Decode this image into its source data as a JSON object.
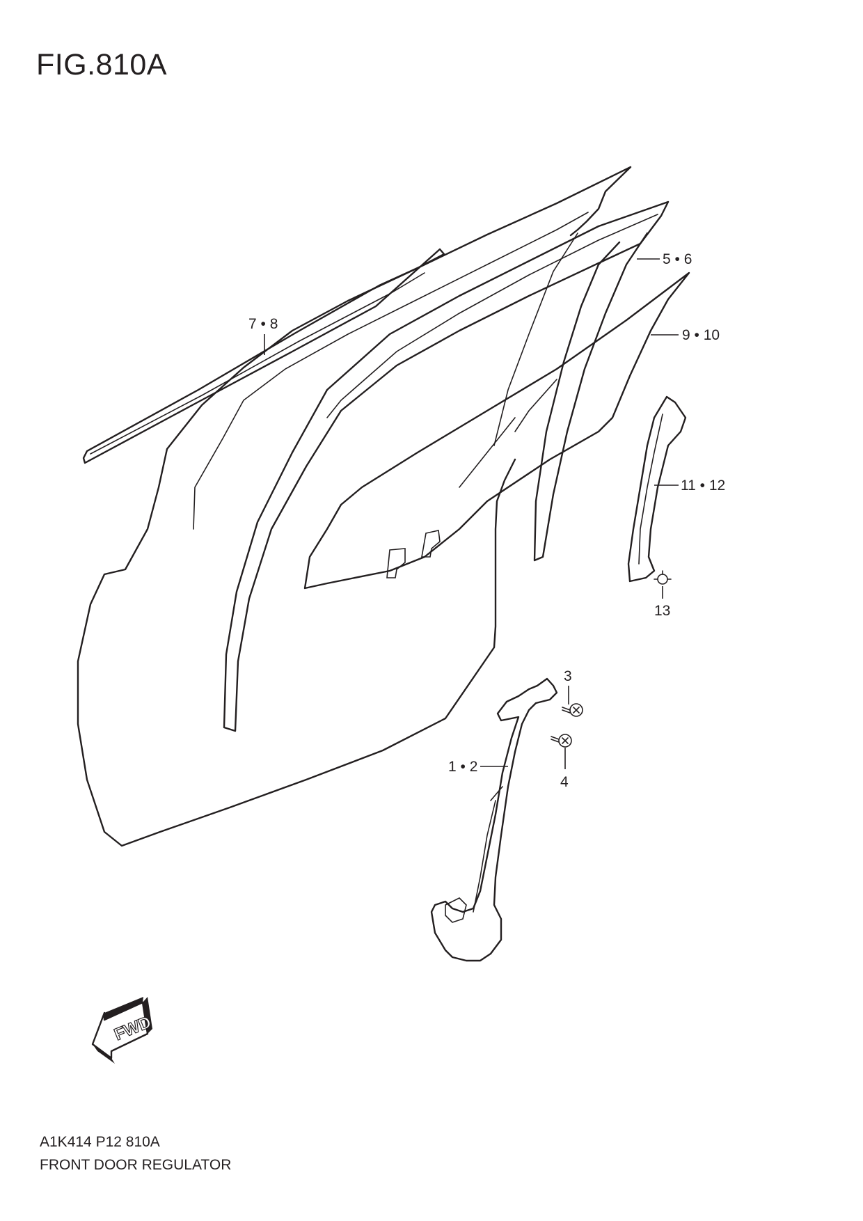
{
  "figure": {
    "title": "FIG.810A",
    "code": "A1K414 P12 810A",
    "caption": "FRONT DOOR REGULATOR"
  },
  "callouts": {
    "c1_2": "1 • 2",
    "c3": "3",
    "c4": "4",
    "c5_6": "5 • 6",
    "c7_8": "7 • 8",
    "c9_10": "9 • 10",
    "c11_12": "11 • 12",
    "c13": "13"
  },
  "fwd_label": "FWD"
}
